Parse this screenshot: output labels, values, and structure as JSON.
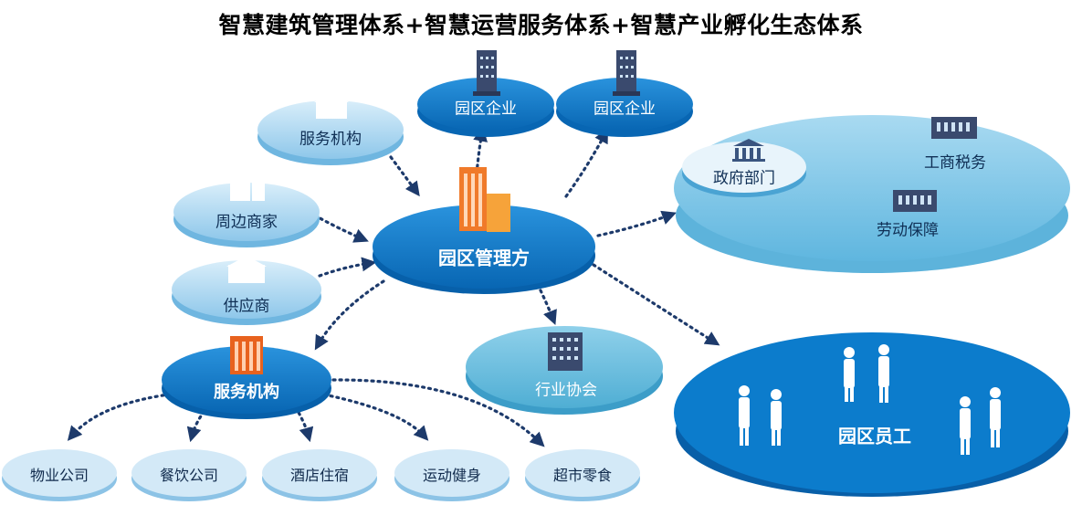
{
  "title": "智慧建筑管理体系+智慧运营服务体系+智慧产业孵化生态体系",
  "nodes": {
    "park_manager": "园区管理方",
    "enterprise_1": "园区企业",
    "enterprise_2": "园区企业",
    "service_org_top": "服务机构",
    "nearby_merchants": "周边商家",
    "supplier": "供应商",
    "service_org_main": "服务机构",
    "industry_assoc": "行业协会",
    "gov_dept": "政府部门",
    "tax": "工商税务",
    "labor": "劳动保障",
    "employees": "园区员工"
  },
  "leaves": [
    "物业公司",
    "餐饮公司",
    "酒店住宿",
    "运动健身",
    "超市零食"
  ],
  "colors": {
    "deep_blue": "#0a78c8",
    "light_blue": "#9fd2ef",
    "teal": "#62bad9",
    "pale": "#e3f1fa",
    "arrow": "#1d3a6b"
  }
}
